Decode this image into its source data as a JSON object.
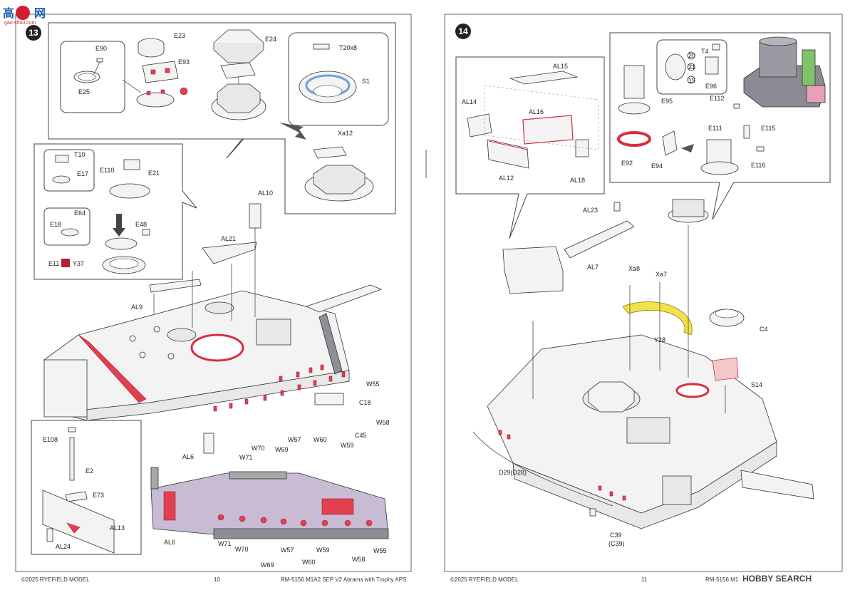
{
  "header": {
    "logo_chars": "高",
    "logo_chars2": "网",
    "logo_url": "gao-shou.com"
  },
  "step13": {
    "number": "13",
    "inset_top": {
      "labels": [
        "E90",
        "E25",
        "E23",
        "E93",
        "E24",
        "T20x8",
        "S1",
        "Xa12"
      ]
    },
    "inset_left": {
      "labels": [
        "T10",
        "E17",
        "E110",
        "E21",
        "E64",
        "E18",
        "E48",
        "E11",
        "Y37"
      ]
    },
    "main_labels": [
      "AL10",
      "AL21",
      "AL9",
      "W55",
      "C18",
      "W58",
      "C45",
      "W59",
      "W60",
      "W57",
      "W69",
      "W70",
      "W71",
      "AL6"
    ],
    "inset_bottom": {
      "labels": [
        "E108",
        "E2",
        "E73",
        "AL13",
        "AL24"
      ]
    },
    "side_view_labels": [
      "AL6",
      "W71",
      "W70",
      "W69",
      "W57",
      "W60",
      "W59",
      "W58",
      "W55"
    ]
  },
  "step14": {
    "number": "14",
    "inset_left": {
      "labels": [
        "AL15",
        "AL14",
        "AL16",
        "AL12",
        "AL18"
      ]
    },
    "inset_right": {
      "labels": [
        "T4",
        "E96",
        "E95",
        "E112",
        "E111",
        "E115",
        "E92",
        "E94",
        "E116"
      ],
      "dots": [
        "19",
        "20",
        "21"
      ]
    },
    "main_labels": [
      "AL23",
      "AL7",
      "Xa8",
      "Xa7",
      "C4",
      "Y28",
      "S14",
      "D29(D28)",
      "C39",
      "(C39)"
    ]
  },
  "footer": {
    "left_copyright": "©2025 RYEFIELD MODEL",
    "left_page": "10",
    "left_title": "RM-5156 M1A2 SEP V2 Abrams with Trophy APS",
    "right_copyright": "©2025 RYEFIELD MODEL",
    "right_page": "11",
    "right_title": "RM-5156 M1A",
    "watermark": "HOBBY SEARCH"
  }
}
